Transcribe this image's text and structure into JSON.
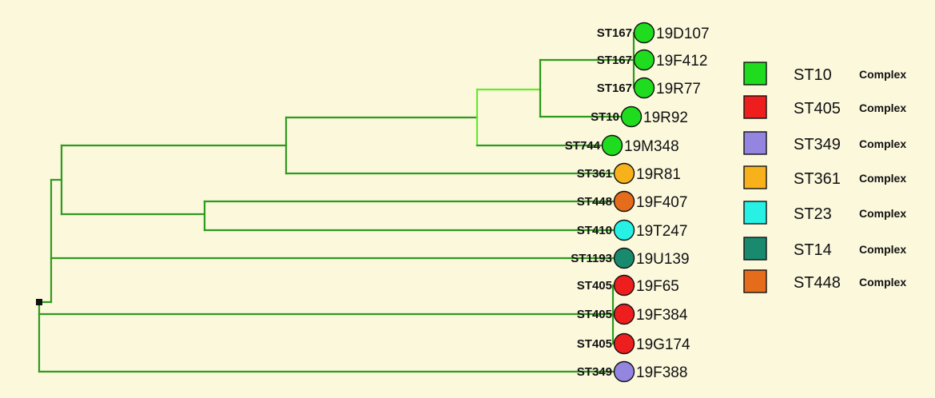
{
  "tree": {
    "leaves": [
      {
        "st": "ST167",
        "id": "19D107",
        "color": "#1fdc1f"
      },
      {
        "st": "ST167",
        "id": "19F412",
        "color": "#1fdc1f"
      },
      {
        "st": "ST167",
        "id": "19R77",
        "color": "#1fdc1f"
      },
      {
        "st": "ST10",
        "id": "19R92",
        "color": "#1fdc1f"
      },
      {
        "st": "ST744",
        "id": "19M348",
        "color": "#1fdc1f"
      },
      {
        "st": "ST361",
        "id": "19R81",
        "color": "#f7b21b"
      },
      {
        "st": "ST448",
        "id": "19F407",
        "color": "#e46c1a"
      },
      {
        "st": "ST410",
        "id": "19T247",
        "color": "#27f0e4"
      },
      {
        "st": "ST1193",
        "id": "19U139",
        "color": "#1a8a6e"
      },
      {
        "st": "ST405",
        "id": "19F65",
        "color": "#ef1e1e"
      },
      {
        "st": "ST405",
        "id": "19F384",
        "color": "#ef1e1e"
      },
      {
        "st": "ST405",
        "id": "19G174",
        "color": "#ef1e1e"
      },
      {
        "st": "ST349",
        "id": "19F388",
        "color": "#9385e0"
      }
    ],
    "branch_color": "#2e9a1e",
    "highlight_branch_color": "#69e82e"
  },
  "legend": [
    {
      "name": "ST10",
      "suffix": "Complex",
      "color": "#1fdc1f"
    },
    {
      "name": "ST405",
      "suffix": "Complex",
      "color": "#ef1e1e"
    },
    {
      "name": "ST349",
      "suffix": "Complex",
      "color": "#9385e0"
    },
    {
      "name": "ST361",
      "suffix": "Complex",
      "color": "#f7b21b"
    },
    {
      "name": "ST23",
      "suffix": "Complex",
      "color": "#27f0e4"
    },
    {
      "name": "ST14",
      "suffix": "Complex",
      "color": "#1a8a6e"
    },
    {
      "name": "ST448",
      "suffix": "Complex",
      "color": "#e46c1a"
    }
  ]
}
